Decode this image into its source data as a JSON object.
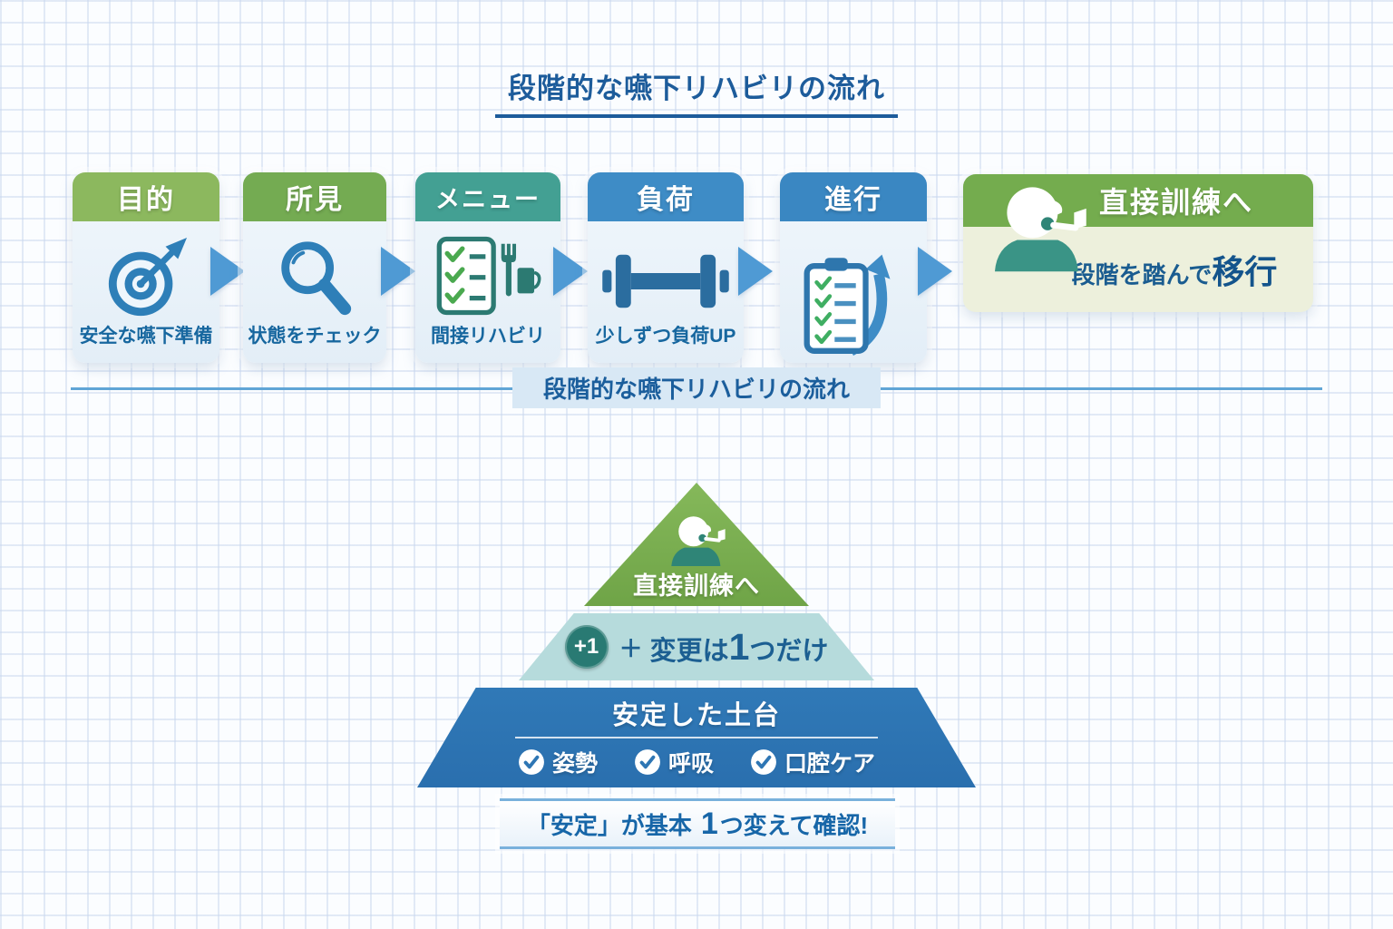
{
  "title": "段階的な嚥下リハビリの流れ",
  "flow": {
    "steps": [
      {
        "label": "目的",
        "caption": "安全な嚥下準備",
        "icon": "target-icon",
        "header_color": "#8cb85e"
      },
      {
        "label": "所見",
        "caption": "状態をチェック",
        "icon": "magnifier-icon",
        "header_color": "#74ab52"
      },
      {
        "label": "メニュー",
        "caption": "間接リハビリ",
        "icon": "checklist-meal-icon",
        "header_color": "#43a093"
      },
      {
        "label": "負荷",
        "caption": "少しずつ負荷UP",
        "icon": "dumbbell-icon",
        "header_color": "#3e8cc6"
      },
      {
        "label": "進行",
        "icon": "clipboard-progress-icon",
        "header_color": "#3a87c2"
      },
      {
        "label": "直接訓練へ",
        "caption_normal": "段階を踏んで",
        "caption_emph": "移行",
        "icon": "person-eating-icon",
        "header_color": "#74ac4e"
      }
    ]
  },
  "divider_label": "段階的な嚥下リハビリの流れ",
  "pyramid": {
    "top_label": "直接訓練へ",
    "middle": {
      "badge": "+1",
      "plus": "＋",
      "before_big": "変更は",
      "big": "1",
      "after_big": "つだけ"
    },
    "base": {
      "title": "安定した土台",
      "items": [
        {
          "label": "姿勢"
        },
        {
          "label": "呼吸"
        },
        {
          "label": "口腔ケア"
        }
      ]
    },
    "footer": {
      "before_big": "「安定」が基本",
      "big": "1",
      "after_big": "つ変えて確認!"
    }
  },
  "colors": {
    "title_text": "#1d5c9b",
    "caption_text": "#17679f",
    "arrow_blue": "#4f9ad4",
    "divider_blue": "#60a5d6",
    "icon_blue": "#2e7fb8",
    "icon_teal": "#2c7a72",
    "check_green": "#4aa94f",
    "pyramid_top_green": "#7cb052",
    "pyramid_mid_teal": "#b6dbdc",
    "pyramid_base_blue": "#2e76b4",
    "badge_teal": "#297a73",
    "final_card_body": "#edf0dc"
  }
}
